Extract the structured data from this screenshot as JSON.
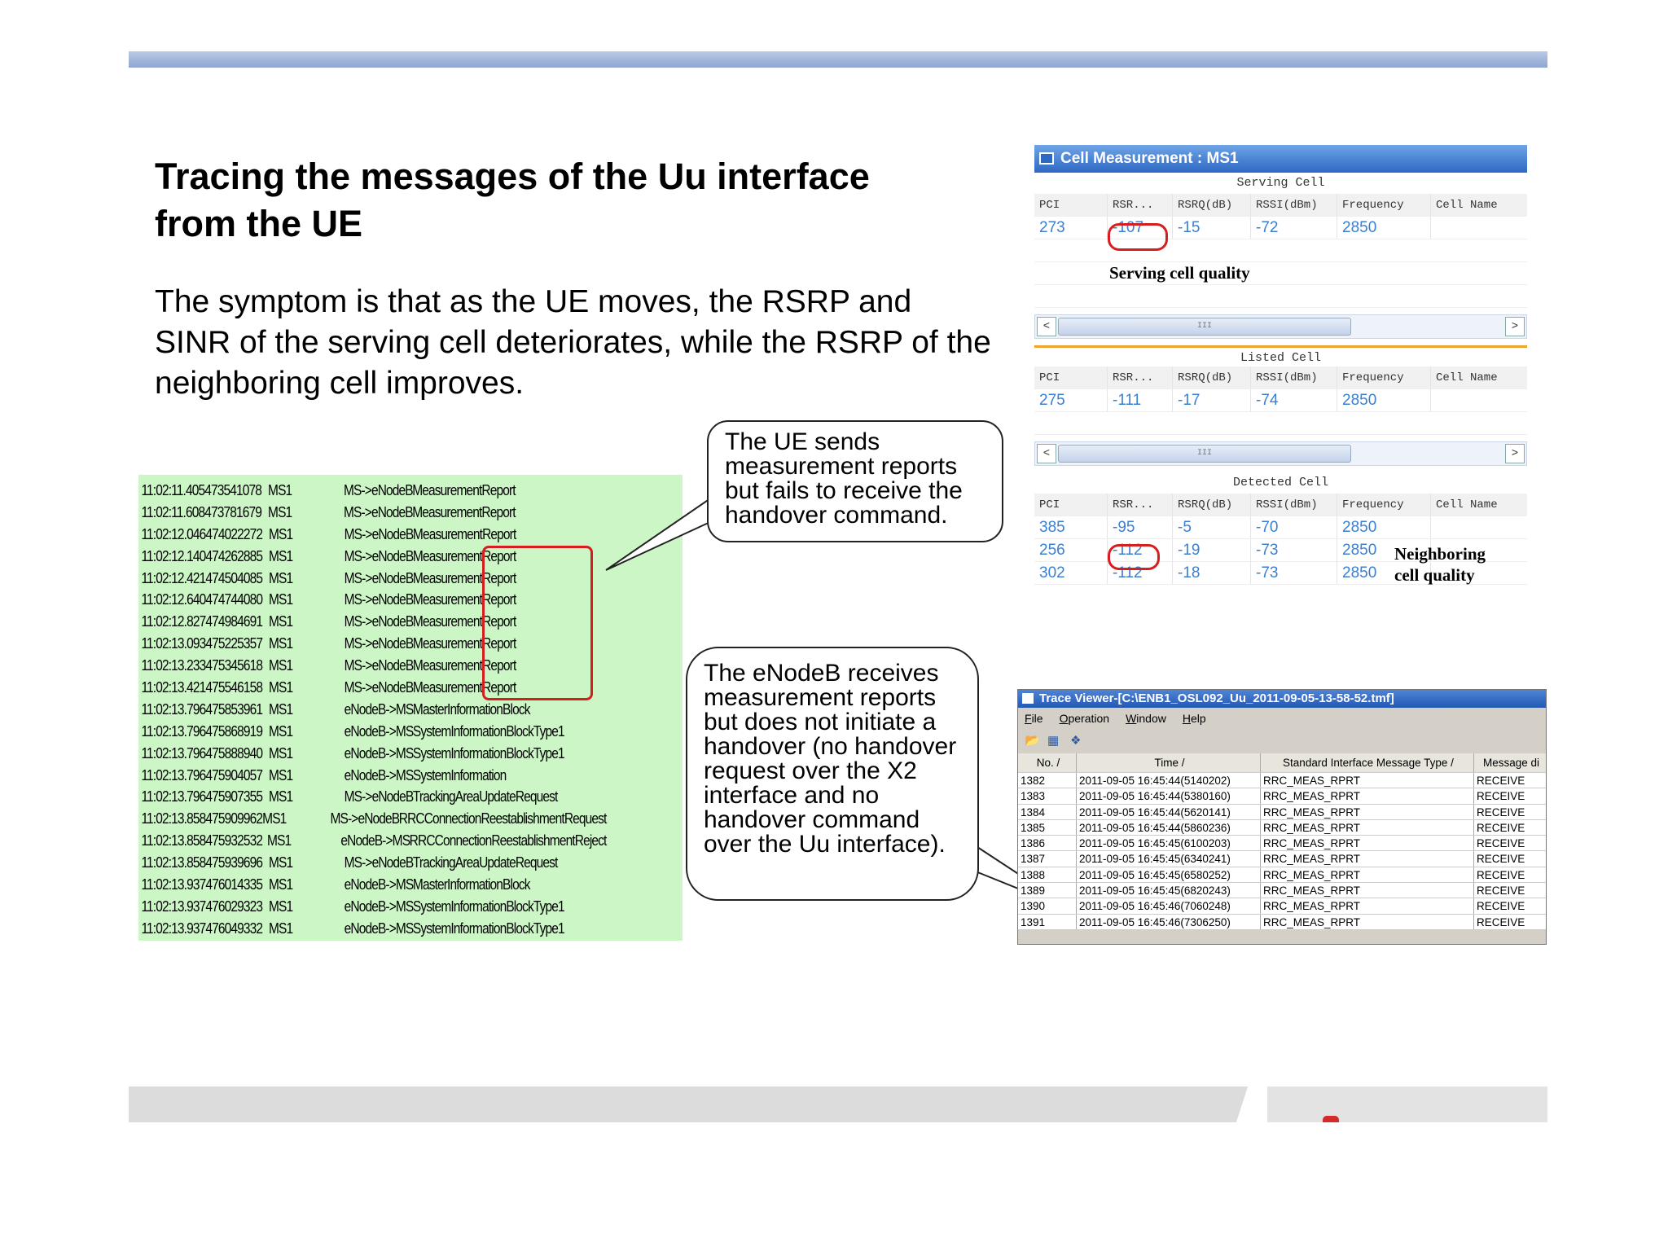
{
  "slide": {
    "title": "Tracing the messages of the Uu interface from the UE",
    "paragraph": "The symptom is that as the UE moves, the RSRP and SINR of the serving cell deteriorates, while the RSRP of the neighboring cell improves.",
    "callout_ue": "The UE sends measurement reports but fails to receive the handover command.",
    "callout_enb": "The eNodeB receives measurement reports but does not initiate a handover (no handover request over the X2 interface and no handover command  over the Uu interface)."
  },
  "message_log": [
    [
      "11:02:11.405",
      "473541078",
      "MS1",
      "MS->eNodeB",
      "MeasurementReport"
    ],
    [
      "11:02:11.608",
      "473781679",
      "MS1",
      "MS->eNodeB",
      "MeasurementReport"
    ],
    [
      "11:02:12.046",
      "474022272",
      "MS1",
      "MS->eNodeB",
      "MeasurementReport"
    ],
    [
      "11:02:12.140",
      "474262885",
      "MS1",
      "MS->eNodeB",
      "MeasurementReport"
    ],
    [
      "11:02:12.421",
      "474504085",
      "MS1",
      "MS->eNodeB",
      "MeasurementReport"
    ],
    [
      "11:02:12.640",
      "474744080",
      "MS1",
      "MS->eNodeB",
      "MeasurementReport"
    ],
    [
      "11:02:12.827",
      "474984691",
      "MS1",
      "MS->eNodeB",
      "MeasurementReport"
    ],
    [
      "11:02:13.093",
      "475225357",
      "MS1",
      "MS->eNodeB",
      "MeasurementReport"
    ],
    [
      "11:02:13.233",
      "475345618",
      "MS1",
      "MS->eNodeB",
      "MeasurementReport"
    ],
    [
      "11:02:13.421",
      "475546158",
      "MS1",
      "MS->eNodeB",
      "MeasurementReport"
    ],
    [
      "11:02:13.796",
      "475853961",
      "MS1",
      "eNodeB->MS",
      "MasterInformationBlock"
    ],
    [
      "11:02:13.796",
      "475868919",
      "MS1",
      "eNodeB->MS",
      "SystemInformationBlockType1"
    ],
    [
      "11:02:13.796",
      "475888940",
      "MS1",
      "eNodeB->MS",
      "SystemInformationBlockType1"
    ],
    [
      "11:02:13.796",
      "475904057",
      "MS1",
      "eNodeB->MS",
      "SystemInformation"
    ],
    [
      "11:02:13.796",
      "475907355",
      "MS1",
      "MS->eNodeB",
      "TrackingAreaUpdateRequest"
    ],
    [
      "11:02:13.858",
      "475909962",
      "MS1",
      "MS->eNodeB",
      "RRCConnectionReestablishmentRequest"
    ],
    [
      "11:02:13.858",
      "475932532",
      "MS1",
      "eNodeB->MS",
      "RRCConnectionReestablishmentReject"
    ],
    [
      "11:02:13.858",
      "475939696",
      "MS1",
      "MS->eNodeB",
      "TrackingAreaUpdateRequest"
    ],
    [
      "11:02:13.937",
      "476014335",
      "MS1",
      "eNodeB->MS",
      "MasterInformationBlock"
    ],
    [
      "11:02:13.937",
      "476029323",
      "MS1",
      "eNodeB->MS",
      "SystemInformationBlockType1"
    ],
    [
      "11:02:13.937",
      "476049332",
      "MS1",
      "eNodeB->MS",
      "SystemInformationBlockType1"
    ]
  ],
  "cell_measurement": {
    "window_title": "Cell Measurement : MS1",
    "columns": [
      "PCI",
      "RSR...",
      "RSRQ(dB)",
      "RSSI(dBm)",
      "Frequency",
      "Cell Name"
    ],
    "serving": {
      "label": "Serving Cell",
      "rows": [
        [
          "273",
          "-107",
          "-15",
          "-72",
          "2850",
          ""
        ]
      ],
      "note": "Serving cell quality"
    },
    "listed": {
      "label": "Listed Cell",
      "rows": [
        [
          "275",
          "-111",
          "-17",
          "-74",
          "2850",
          ""
        ]
      ]
    },
    "detected": {
      "label": "Detected Cell",
      "rows": [
        [
          "385",
          "-95",
          "-5",
          "-70",
          "2850",
          ""
        ],
        [
          "256",
          "-112",
          "-19",
          "-73",
          "2850",
          ""
        ],
        [
          "302",
          "-112",
          "-18",
          "-73",
          "2850",
          ""
        ]
      ],
      "note": "Neighboring cell quality"
    },
    "scroll_thumb": "III",
    "scroll_left": "<",
    "scroll_right": ">"
  },
  "trace_viewer": {
    "window_title": "Trace Viewer-[C:\\ENB1_OSL092_Uu_2011-09-05-13-58-52.tmf]",
    "menu": [
      "File",
      "Operation",
      "Window",
      "Help"
    ],
    "columns": [
      "No. /",
      "Time /",
      "Standard Interface Message Type /",
      "Message di"
    ],
    "rows": [
      [
        "1382",
        "2011-09-05 16:45:44(5140202)",
        "RRC_MEAS_RPRT",
        "RECEIVE"
      ],
      [
        "1383",
        "2011-09-05 16:45:44(5380160)",
        "RRC_MEAS_RPRT",
        "RECEIVE"
      ],
      [
        "1384",
        "2011-09-05 16:45:44(5620141)",
        "RRC_MEAS_RPRT",
        "RECEIVE"
      ],
      [
        "1385",
        "2011-09-05 16:45:44(5860236)",
        "RRC_MEAS_RPRT",
        "RECEIVE"
      ],
      [
        "1386",
        "2011-09-05 16:45:45(6100203)",
        "RRC_MEAS_RPRT",
        "RECEIVE"
      ],
      [
        "1387",
        "2011-09-05 16:45:45(6340241)",
        "RRC_MEAS_RPRT",
        "RECEIVE"
      ],
      [
        "1388",
        "2011-09-05 16:45:45(6580252)",
        "RRC_MEAS_RPRT",
        "RECEIVE"
      ],
      [
        "1389",
        "2011-09-05 16:45:45(6820243)",
        "RRC_MEAS_RPRT",
        "RECEIVE"
      ],
      [
        "1390",
        "2011-09-05 16:45:46(7060248)",
        "RRC_MEAS_RPRT",
        "RECEIVE"
      ],
      [
        "1391",
        "2011-09-05 16:45:46(7306250)",
        "RRC_MEAS_RPRT",
        "RECEIVE"
      ]
    ]
  }
}
